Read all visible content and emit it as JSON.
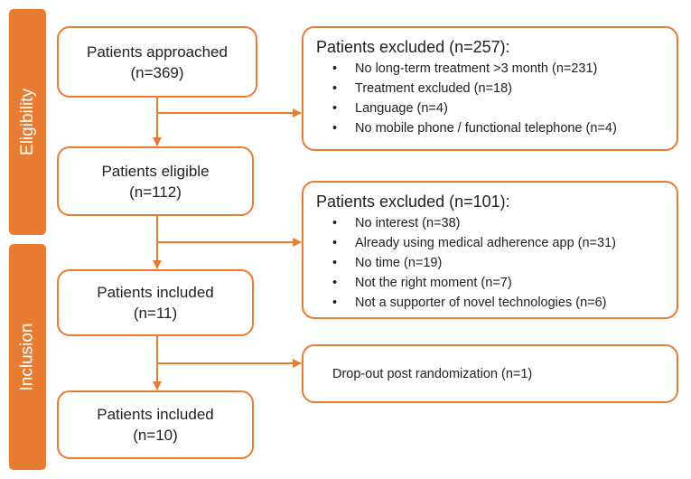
{
  "side_labels": {
    "eligibility": "Eligibility",
    "inclusion": "Inclusion"
  },
  "boxes": {
    "approached": {
      "title": "Patients approached",
      "count": "(n=369)"
    },
    "eligible": {
      "title": "Patients eligible",
      "count": "(n=112)"
    },
    "included_1": {
      "title": "Patients included",
      "count": "(n=11)"
    },
    "included_2": {
      "title": "Patients included",
      "count": "(n=10)"
    }
  },
  "exclusions_1": {
    "heading": "Patients excluded (n=257):",
    "items": [
      "No long-term treatment >3 month (n=231)",
      "Treatment excluded (n=18)",
      "Language (n=4)",
      "No mobile phone / functional telephone (n=4)"
    ]
  },
  "exclusions_2": {
    "heading": "Patients excluded (n=101):",
    "items": [
      "No interest (n=38)",
      "Already using medical adherence app (n=31)",
      "No time (n=19)",
      "Not the right moment (n=7)",
      "Not a supporter of novel technologies (n=6)"
    ]
  },
  "dropout": {
    "text": "Drop-out post randomization (n=1)"
  },
  "colors": {
    "accent": "#e87c33",
    "text": "#222222",
    "background": "#ffffff"
  }
}
